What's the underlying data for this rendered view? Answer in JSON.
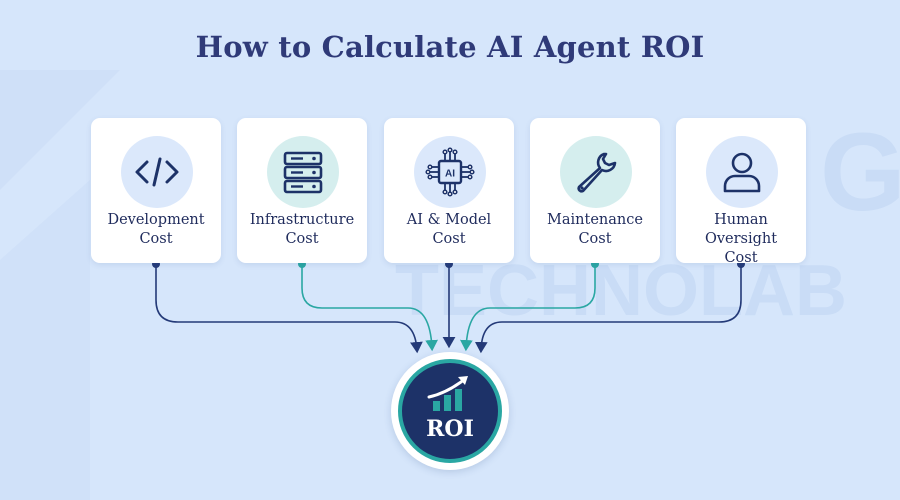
{
  "title": "How to Calculate AI Agent ROI",
  "watermark": {
    "line1": "G",
    "line2": "TECHNOLAB"
  },
  "colors": {
    "background": "#d6e6fb",
    "title": "#2f3a78",
    "navy": "#1d3268",
    "teal": "#2aa7a3",
    "card": "#ffffff"
  },
  "cost_items": [
    {
      "line1": "Development",
      "line2": "Cost",
      "icon": "code-icon",
      "accent": "navy"
    },
    {
      "line1": "Infrastructure",
      "line2": "Cost",
      "icon": "server-icon",
      "accent": "teal"
    },
    {
      "line1": "AI & Model",
      "line2": "Cost",
      "icon": "ai-chip-icon",
      "accent": "navy"
    },
    {
      "line1": "Maintenance",
      "line2": "Cost",
      "icon": "wrench-icon",
      "accent": "teal"
    },
    {
      "line1": "Human Oversight",
      "line2": "Cost",
      "icon": "user-icon",
      "accent": "navy"
    }
  ],
  "result": {
    "label": "ROI",
    "icon": "growth-chart-icon"
  }
}
